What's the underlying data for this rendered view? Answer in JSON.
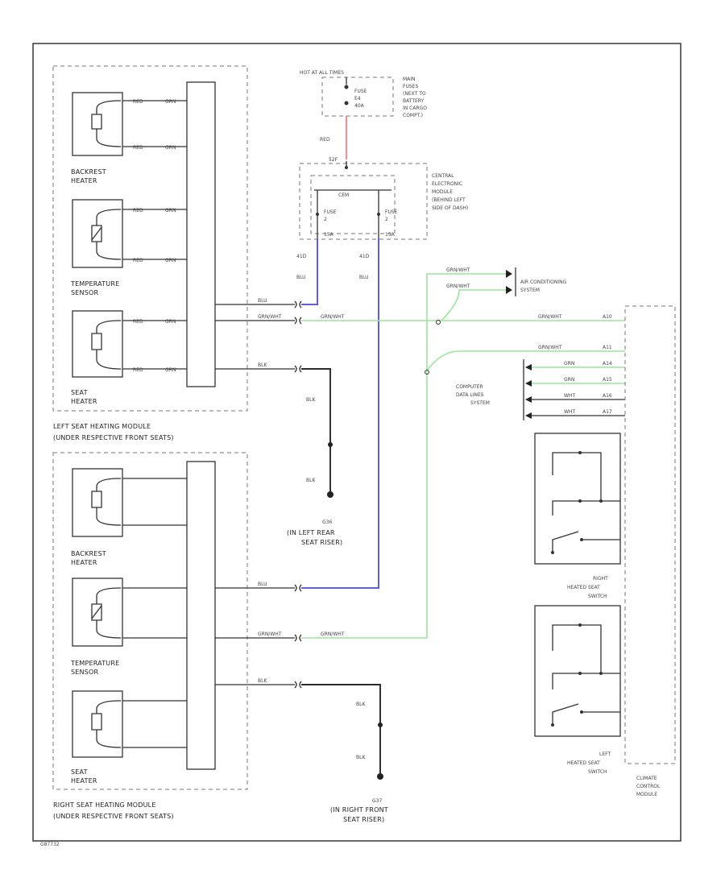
{
  "colors": {
    "blue_wire": "#5b5bff",
    "green_wire": "#99e699",
    "red_wire": "#ff6b6b",
    "black_wire": "#333333",
    "frame": "#444444"
  },
  "power": {
    "hot_label": "HOT AT ALL TIMES",
    "fuse_label": "FUSE",
    "fuse_number": "E4",
    "fuse_rating": "40A",
    "main_fuses_label": [
      "MAIN",
      "FUSES",
      "(NEXT TO",
      "BATTERY",
      "IN CARGO",
      "COMPT.)"
    ],
    "wire_color": "RED",
    "pin": "52F"
  },
  "cem": {
    "label": [
      "CENTRAL",
      "ELECTRONIC",
      "MODULE",
      "(BEHIND LEFT",
      "SIDE OF DASH)"
    ],
    "inner_label": "CEM",
    "fuse_left": {
      "name": "FUSE",
      "number": "2",
      "rating": "15A"
    },
    "fuse_right": {
      "name": "FUSE",
      "number": "2",
      "rating": "15A"
    },
    "out_left": {
      "pin": "41D",
      "color": "BLU"
    },
    "out_right": {
      "pin": "41D",
      "color": "BLU"
    }
  },
  "left_module": {
    "label": [
      "LEFT SEAT HEATING MODULE",
      "(UNDER RESPECTIVE FRONT SEATS)"
    ],
    "components": [
      {
        "name": [
          "BACKREST",
          "HEATER"
        ]
      },
      {
        "name": [
          "TEMPERATURE",
          "SENSOR"
        ]
      },
      {
        "name": [
          "SEAT",
          "HEATER"
        ]
      }
    ],
    "wire_labels": [
      "RED",
      "GRN",
      "RED",
      "GRN",
      "RED",
      "GRN",
      "RED",
      "GRN",
      "RED",
      "GRN",
      "RED",
      "GRN"
    ],
    "outputs": [
      {
        "color": "BLU"
      },
      {
        "color": "GRN/WHT"
      },
      {
        "color": "BLK"
      }
    ]
  },
  "right_module": {
    "label": [
      "RIGHT SEAT HEATING MODULE",
      "(UNDER RESPECTIVE FRONT SEATS)"
    ],
    "components": [
      {
        "name": [
          "BACKREST",
          "HEATER"
        ]
      },
      {
        "name": [
          "TEMPERATURE",
          "SENSOR"
        ]
      },
      {
        "name": [
          "SEAT",
          "HEATER"
        ]
      }
    ],
    "outputs": [
      {
        "color": "BLU"
      },
      {
        "color": "GRN/WHT"
      },
      {
        "color": "BLK"
      }
    ]
  },
  "ground_left": {
    "wire": "BLK",
    "wire2": "BLK",
    "code": "G36",
    "label": [
      "(IN LEFT REAR",
      "SEAT RISER)"
    ]
  },
  "ground_right": {
    "wire": "BLK",
    "wire2": "BLK",
    "code": "G37",
    "label": [
      "(IN RIGHT FRONT",
      "SEAT RISER)"
    ]
  },
  "ac": {
    "wires": [
      "GRN/WHT",
      "GRN/WHT"
    ],
    "label": [
      "AIR CONDITIONING",
      "SYSTEM"
    ]
  },
  "computer_data": {
    "label": [
      "COMPUTER",
      "DATA LINES",
      "SYSTEM"
    ],
    "wires": [
      {
        "color": "GRN/WHT",
        "pin": "A11"
      },
      {
        "color": "GRN",
        "pin": "A14"
      },
      {
        "color": "GRN",
        "pin": "A15"
      },
      {
        "color": "WHT",
        "pin": "A16"
      },
      {
        "color": "WHT",
        "pin": "A17"
      }
    ],
    "top_wire": {
      "color": "GRN/WHT",
      "pin": "A10"
    }
  },
  "climate": {
    "label": [
      "CLIMATE",
      "CONTROL",
      "MODULE"
    ]
  },
  "switches": {
    "right": {
      "label": [
        "RIGHT",
        "HEATED SEAT",
        "SWITCH"
      ]
    },
    "left": {
      "label": [
        "LEFT",
        "HEATED SEAT",
        "SWITCH"
      ]
    }
  },
  "footer_code": "G87732"
}
